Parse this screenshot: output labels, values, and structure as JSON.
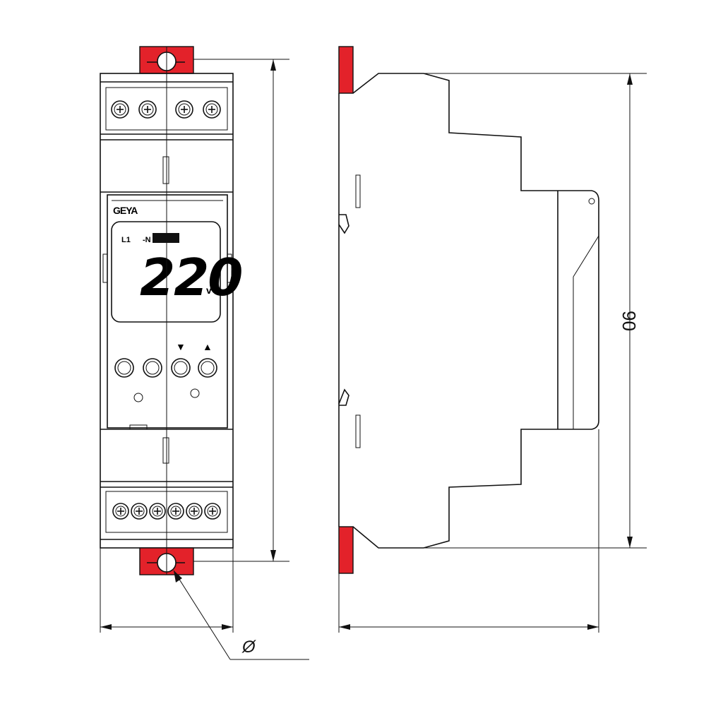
{
  "brand": {
    "logo_text": "GEYA"
  },
  "display": {
    "terminal_left": "L1",
    "terminal_mid": "-N",
    "value": "220",
    "unit": "v"
  },
  "buttons": {
    "down_symbol": "▼",
    "up_symbol": "▲"
  },
  "dimensions": {
    "height_label": "90",
    "diameter_symbol": "Ø"
  },
  "colors": {
    "clip": "#e3222a",
    "line": "#111111"
  }
}
